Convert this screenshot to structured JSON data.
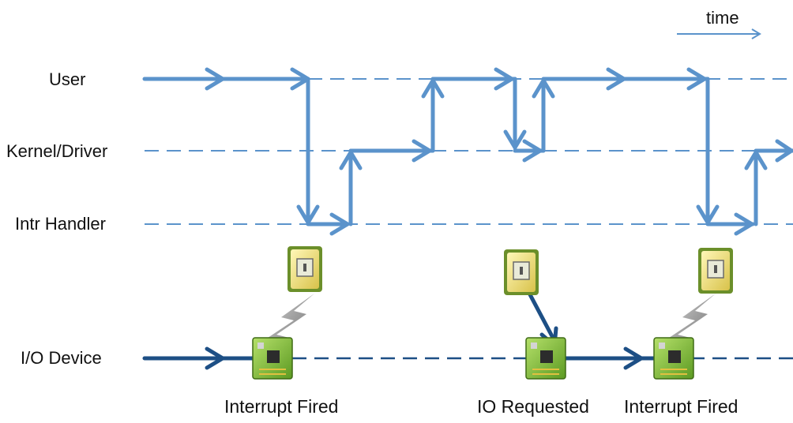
{
  "legend": {
    "time_label": "time"
  },
  "lanes": [
    {
      "id": "user",
      "label": "User"
    },
    {
      "id": "kernel",
      "label": "Kernel/Driver"
    },
    {
      "id": "intr",
      "label": "Intr Handler"
    },
    {
      "id": "io",
      "label": "I/O Device"
    }
  ],
  "events": [
    {
      "id": "interrupt-fired-1",
      "label": "Interrupt Fired"
    },
    {
      "id": "io-requested",
      "label": "IO Requested"
    },
    {
      "id": "interrupt-fired-2",
      "label": "Interrupt Fired"
    }
  ],
  "colors": {
    "control_flow": "#5b93cb",
    "io_flow": "#1d4f85",
    "dashed_lane": "#5b93cb",
    "chip_green": "#8dc63f",
    "cpu_yellow": "#f1e27a",
    "lightning_gray": "#8a8a8a"
  }
}
